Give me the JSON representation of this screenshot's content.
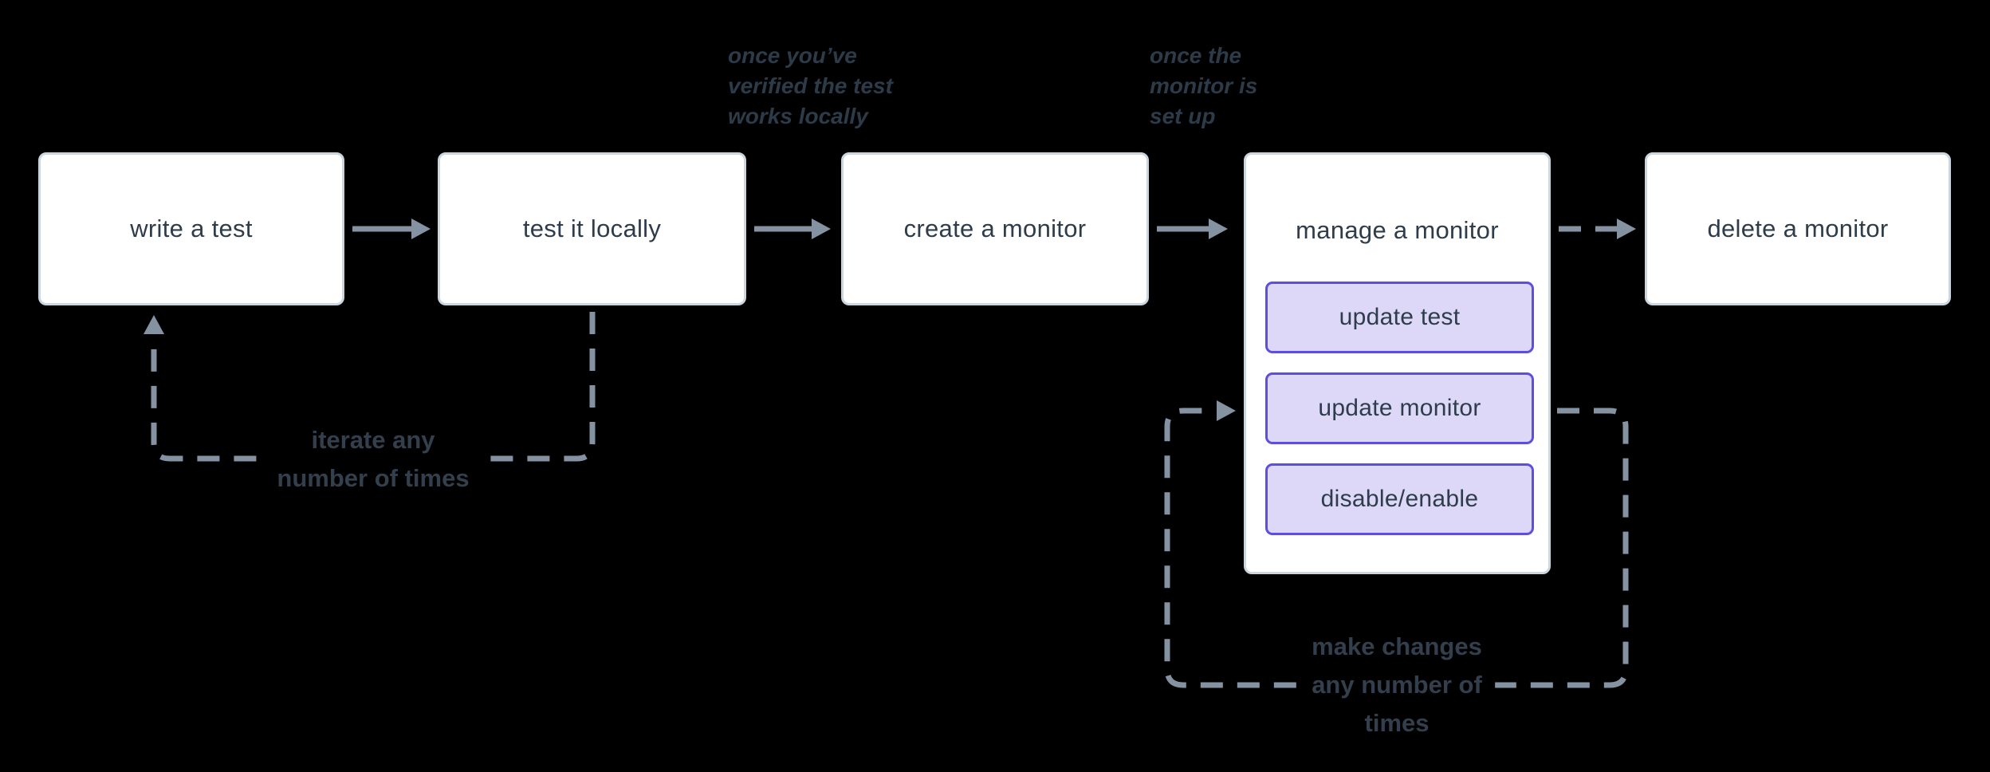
{
  "colors": {
    "background": "#000000",
    "node_bg": "#ffffff",
    "node_border": "#ccd6de",
    "node_text": "#2e3c4b",
    "action_bg": "#ded8f8",
    "action_border": "#5b4ee1",
    "connector_gray": "#8492a2",
    "annotation_text": "#2d3b49",
    "loop_label_text": "#343f4d"
  },
  "nodes": {
    "write_test": {
      "label": "write a test"
    },
    "test_locally": {
      "label": "test it locally"
    },
    "create_monitor": {
      "label": "create a monitor"
    },
    "manage_monitor": {
      "label": "manage a monitor"
    },
    "delete_monitor": {
      "label": "delete a monitor"
    }
  },
  "manage_actions": {
    "update_test": {
      "label": "update test"
    },
    "update_monitor": {
      "label": "update monitor"
    },
    "disable_enable": {
      "label": "disable/enable"
    }
  },
  "annotations": {
    "after_test": {
      "text": "once you’ve\nverified the test\nworks locally"
    },
    "after_create": {
      "text": "once the\nmonitor is\nset up"
    }
  },
  "loop_labels": {
    "iterate": {
      "text": "iterate any\nnumber of times"
    },
    "make_changes": {
      "text": "make changes\nany number of\ntimes"
    }
  }
}
